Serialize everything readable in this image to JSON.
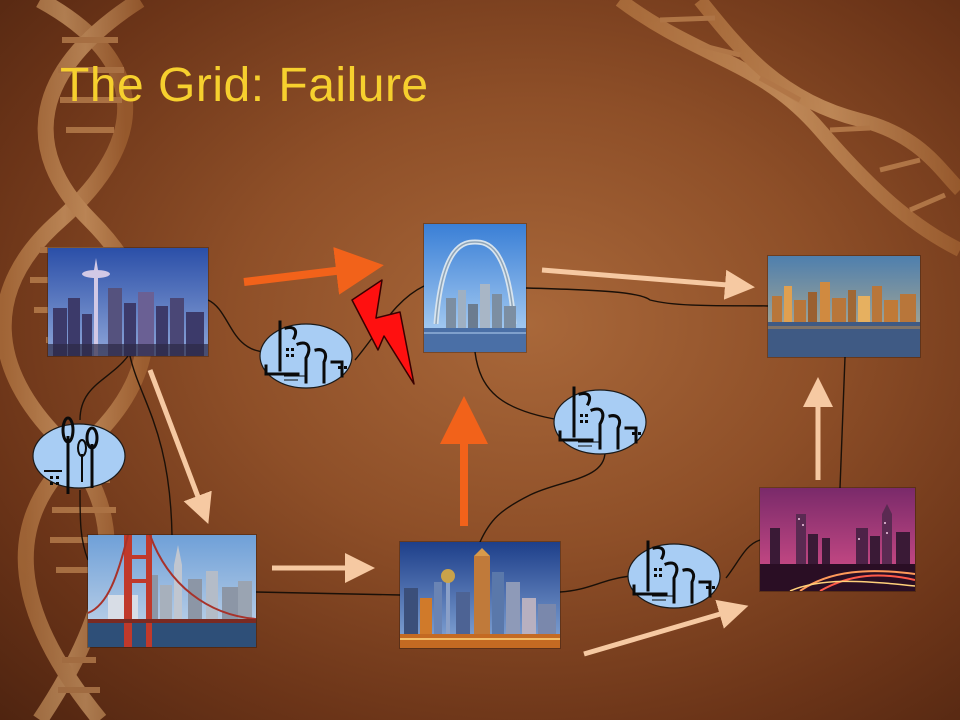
{
  "slide": {
    "title": "The Grid: Failure"
  },
  "colors": {
    "title": "#f6d02e",
    "failure_arrow": "#f2621a",
    "normal_arrow": "#f6c9a2",
    "lightning": "#ff1010",
    "power_plant_fill": "#a8cdf4"
  },
  "nodes": [
    {
      "id": "seattle",
      "kind": "city-photo"
    },
    {
      "id": "st-louis",
      "kind": "city-photo"
    },
    {
      "id": "chicago",
      "kind": "city-photo"
    },
    {
      "id": "san-francisco",
      "kind": "city-photo"
    },
    {
      "id": "dallas",
      "kind": "city-photo"
    },
    {
      "id": "atlanta",
      "kind": "city-photo"
    },
    {
      "id": "power-plant-1",
      "kind": "power-plant-icon"
    },
    {
      "id": "power-plant-2",
      "kind": "power-plant-icon"
    },
    {
      "id": "power-plant-3",
      "kind": "power-plant-icon"
    },
    {
      "id": "wind-farm",
      "kind": "wind-turbine-icon"
    }
  ],
  "edges": [
    {
      "from": "seattle",
      "to": "st-louis",
      "style": "failure"
    },
    {
      "from": "dallas",
      "to": "st-louis",
      "style": "failure"
    },
    {
      "from": "st-louis",
      "to": "chicago",
      "style": "normal"
    },
    {
      "from": "seattle",
      "to": "san-francisco",
      "style": "normal"
    },
    {
      "from": "san-francisco",
      "to": "dallas",
      "style": "normal"
    },
    {
      "from": "atlanta",
      "to": "chicago",
      "style": "normal"
    },
    {
      "from": "dallas",
      "to": "atlanta",
      "style": "normal"
    }
  ],
  "failure_marker": "lightning-bolt-icon"
}
